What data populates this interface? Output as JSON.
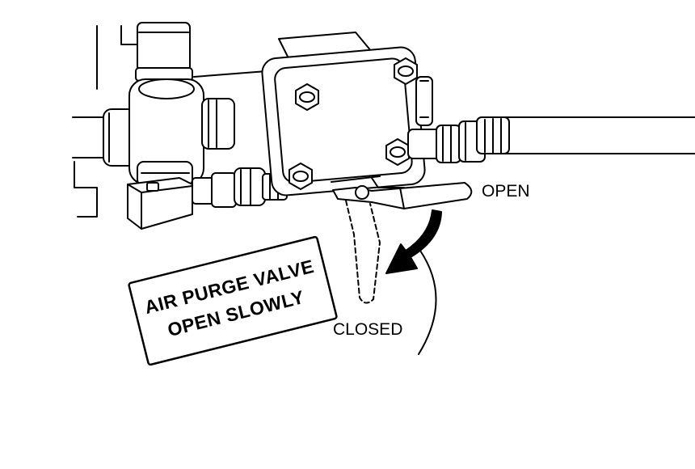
{
  "diagram": {
    "labels": {
      "open": "OPEN",
      "closed": "CLOSED"
    },
    "warning_plate": {
      "line1": "AIR PURGE VALVE",
      "line2": "OPEN SLOWLY"
    },
    "colors": {
      "ink": "#000000",
      "paper": "#ffffff",
      "shade": "#e8e8e8"
    }
  }
}
